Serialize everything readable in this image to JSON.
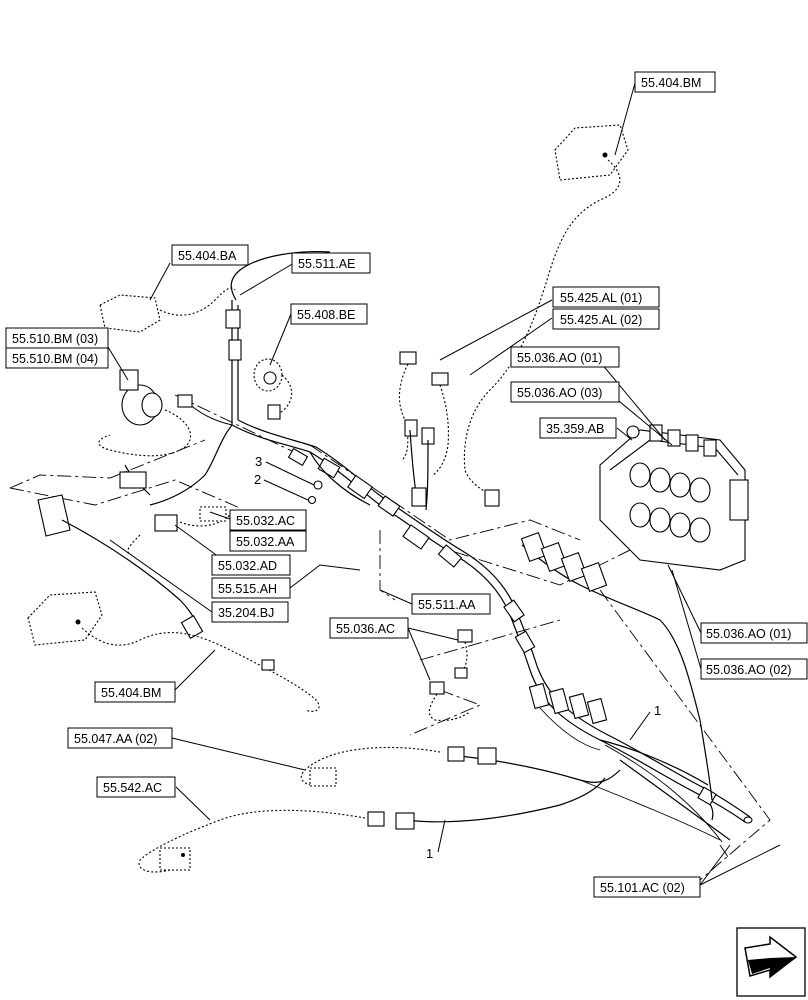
{
  "callouts": [
    {
      "id": "c1",
      "label": "55.404.BM"
    },
    {
      "id": "c2",
      "label": "55.404.BA"
    },
    {
      "id": "c3",
      "label": "55.511.AE"
    },
    {
      "id": "c4",
      "label": "55.408.BE"
    },
    {
      "id": "c5",
      "label": "55.510.BM (03)"
    },
    {
      "id": "c6",
      "label": "55.510.BM (04)"
    },
    {
      "id": "c7",
      "label": "55.425.AL (01)"
    },
    {
      "id": "c8",
      "label": "55.425.AL (02)"
    },
    {
      "id": "c9",
      "label": "55.036.AO (01)"
    },
    {
      "id": "c10",
      "label": "55.036.AO (03)"
    },
    {
      "id": "c11",
      "label": "35.359.AB"
    },
    {
      "id": "c12",
      "label": "55.032.AC"
    },
    {
      "id": "c13",
      "label": "55.032.AA"
    },
    {
      "id": "c14",
      "label": "55.032.AD"
    },
    {
      "id": "c15",
      "label": "55.515.AH"
    },
    {
      "id": "c16",
      "label": "55.511.AA"
    },
    {
      "id": "c17",
      "label": "35.204.BJ"
    },
    {
      "id": "c18",
      "label": "55.036.AC"
    },
    {
      "id": "c19",
      "label": "55.036.AO (01)"
    },
    {
      "id": "c20",
      "label": "55.036.AO (02)"
    },
    {
      "id": "c21",
      "label": "55.404.BM"
    },
    {
      "id": "c22",
      "label": "55.047.AA (02)"
    },
    {
      "id": "c23",
      "label": "55.542.AC"
    },
    {
      "id": "c24",
      "label": "55.101.AC (02)"
    }
  ],
  "item_numbers": {
    "n3": "3",
    "n2": "2",
    "n1a": "1",
    "n1b": "1"
  },
  "nav_icon": "next-page-arrow-icon"
}
